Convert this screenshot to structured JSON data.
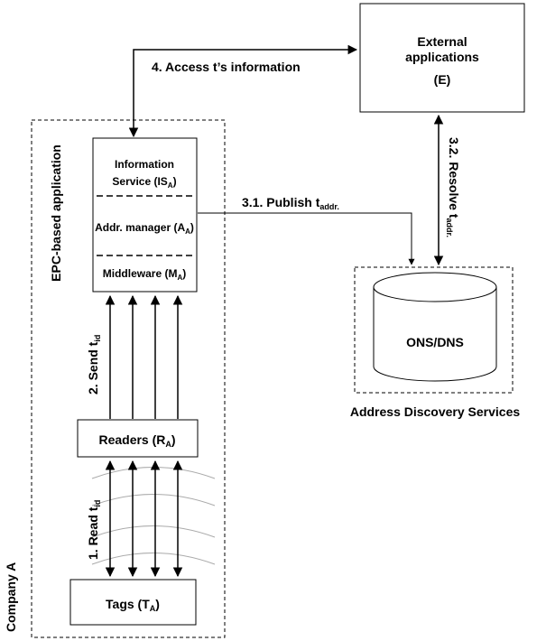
{
  "external_apps": {
    "line1": "External",
    "line2": "applications",
    "line3": "(E)"
  },
  "info_service": {
    "line1": "Information",
    "line2_main": "Service (IS",
    "line2_sub": "A",
    "line2_end": ")"
  },
  "addr_manager": {
    "main": "Addr. manager (A",
    "sub": "A",
    "end": ")"
  },
  "middleware": {
    "main": "Middleware (M",
    "sub": "A",
    "end": ")"
  },
  "readers": {
    "main": "Readers (R",
    "sub": "A",
    "end": ")"
  },
  "tags": {
    "main": "Tags (T",
    "sub": "A",
    "end": ")"
  },
  "ons": {
    "label": "ONS/DNS"
  },
  "address_discovery": {
    "label": "Address Discovery Services"
  },
  "epc_app": {
    "label": "EPC-based application"
  },
  "company": {
    "label": "Company   A"
  },
  "arrows": {
    "access": "4. Access t’s information",
    "publish_main": "3.1. Publish t",
    "publish_sub": "addr.",
    "resolve_main": "3.2. Resolve t",
    "resolve_sub": "addr.",
    "send_main": "2. Send  t",
    "send_sub": "id",
    "read_main": "1. Read t",
    "read_sub": "id"
  }
}
